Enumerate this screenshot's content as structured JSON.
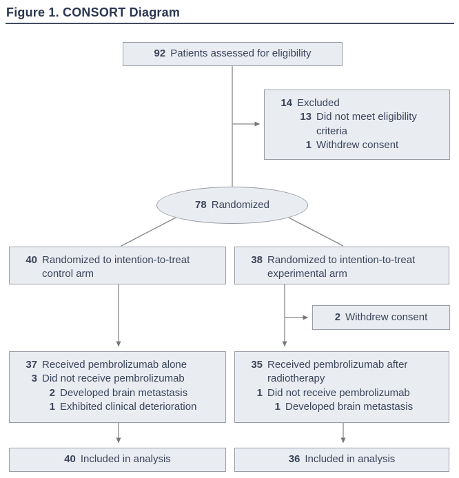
{
  "title": "Figure 1. CONSORT Diagram",
  "colors": {
    "box_fill": "#e9edf2",
    "box_border": "#989da4",
    "text": "#3a4459",
    "title_text": "#2b3750",
    "connector": "#75787c"
  },
  "diagram": {
    "assessed": {
      "number": "92",
      "label": "Patients assessed for eligibility"
    },
    "excluded": {
      "rows": [
        {
          "n": "14",
          "t": "Excluded"
        },
        {
          "n": "13",
          "t": "Did not meet eligibility criteria"
        },
        {
          "n": "1",
          "t": "Withdrew consent"
        }
      ]
    },
    "randomized": {
      "number": "78",
      "label": "Randomized"
    },
    "control_arm": {
      "number": "40",
      "label": "Randomized to intention-to-treat control arm"
    },
    "experimental_arm": {
      "number": "38",
      "label": "Randomized to intention-to-treat experimental arm"
    },
    "withdrew": {
      "number": "2",
      "label": "Withdrew consent"
    },
    "received_control": {
      "rows": [
        {
          "n": "37",
          "t": "Received pembrolizumab alone"
        },
        {
          "n": "3",
          "t": "Did not receive pembrolizumab"
        },
        {
          "n": "2",
          "t": "Developed brain metastasis"
        },
        {
          "n": "1",
          "t": "Exhibited clinical deterioration"
        }
      ]
    },
    "received_experimental": {
      "rows": [
        {
          "n": "35",
          "t": "Received pembrolizumab after radiotherapy"
        },
        {
          "n": "1",
          "t": "Did not receive pembrolizumab"
        },
        {
          "n": "1",
          "t": "Developed brain metastasis"
        }
      ]
    },
    "analysis_control": {
      "number": "40",
      "label": "Included in analysis"
    },
    "analysis_experimental": {
      "number": "36",
      "label": "Included in analysis"
    }
  }
}
